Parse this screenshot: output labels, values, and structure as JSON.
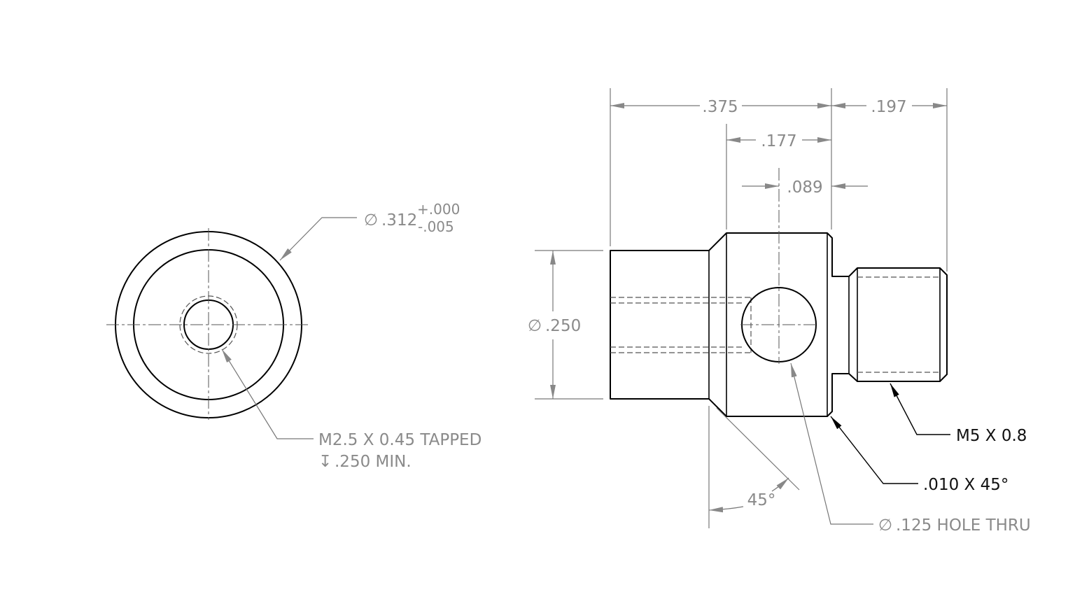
{
  "front_view": {
    "outer_diameter": {
      "symbol": "∅",
      "value": ".312",
      "tol_upper": "+.000",
      "tol_lower": "-.005"
    },
    "tapped_hole": {
      "line1": "M2.5 X 0.45 TAPPED",
      "depth_symbol": "↧",
      "line2": ".250 MIN."
    }
  },
  "side_view": {
    "dims": {
      "overall_body": ".375",
      "thread_length": ".197",
      "hole_offset": ".177",
      "hole_to_shoulder": ".089",
      "shank_diameter_symbol": "∅",
      "shank_diameter": ".250"
    },
    "angle": "45°",
    "notes": {
      "hole_symbol": "∅",
      "hole": ".125 HOLE THRU",
      "chamfer": ".010 X 45°",
      "thread": "M5 X 0.8"
    }
  }
}
